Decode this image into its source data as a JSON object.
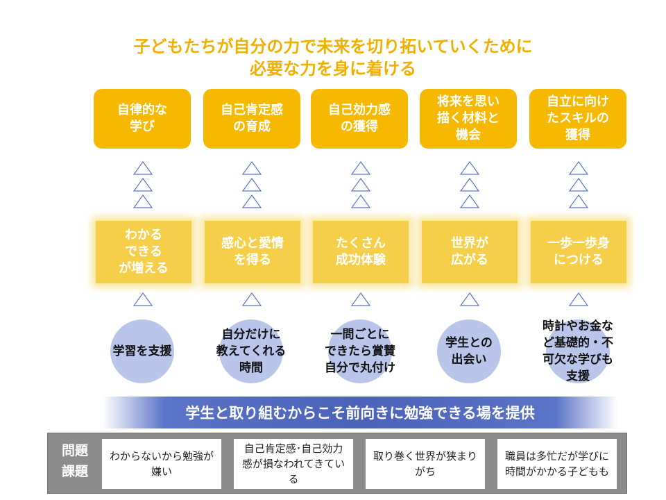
{
  "title": {
    "line1": "子どもたちが自分の力で未来を切り拓いていくために",
    "line2": "必要な力を身に着ける"
  },
  "goals": [
    "自律的な\n学び",
    "自己肯定感\nの育成",
    "自己効力感\nの獲得",
    "将来を思い\n描く材料と\n機会",
    "自立に向け\nたスキルの\n獲得"
  ],
  "outcomes": [
    "わかる\nできる\nが増える",
    "感心と愛情\nを得る",
    "たくさん\n成功体験",
    "世界が\n広がる",
    "一歩一歩身\nにつける"
  ],
  "supports": [
    "学習を支援",
    "自分だけに\n教えてくれる\n時間",
    "一問ごとに\nできたら賞賛\n自分で丸付け",
    "学生との\n出会い",
    "時計やお金な\nど基礎的・不\n可欠な学びも\n支援"
  ],
  "banner": "学生と取り組むからこそ前向きに勉強できる場を提供",
  "issues": {
    "label": "問題\n課題",
    "items": [
      "わからないから勉強が嫌い",
      "自己肯定感･自己効力感が損なわれてきている",
      "取り巻く世界が狭まりがち",
      "職員は多忙だが学びに時間がかかる子どもも"
    ]
  },
  "colors": {
    "title": "#f0b000",
    "goal_box": "#f7b900",
    "outcome_box": "#f5cf4a",
    "support_circle": "#b9c6ea",
    "banner": "#4a62b8",
    "issues_panel": "#8c8c8c",
    "triangle_stroke": "#5b74c7"
  }
}
